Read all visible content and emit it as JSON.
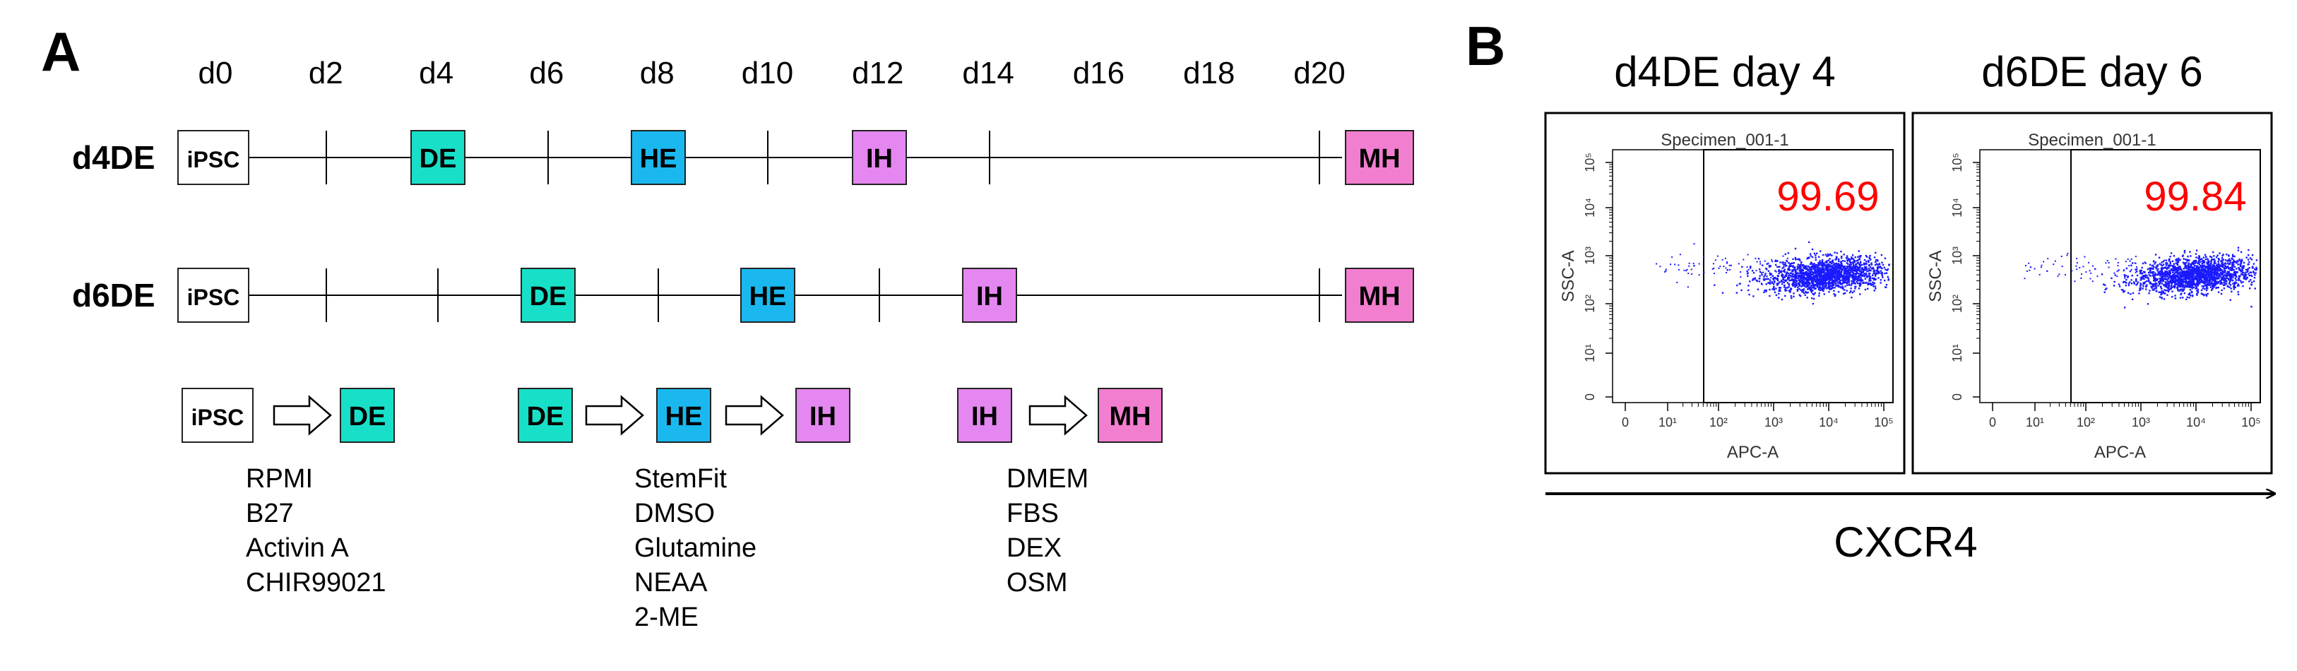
{
  "colors": {
    "ipsc": "#ffffff",
    "de": "#18e0c8",
    "he": "#1ab8ee",
    "ih": "#e487f0",
    "mh": "#f27ed0",
    "dots": "#1a1aff",
    "pct": "#ff0000"
  },
  "panel_a": {
    "letter": "A",
    "days": [
      "d0",
      "d2",
      "d4",
      "d6",
      "d8",
      "d10",
      "d12",
      "d14",
      "d16",
      "d18",
      "d20"
    ],
    "timelines": [
      {
        "label": "d4DE",
        "stages": [
          {
            "name": "iPSC",
            "type": "ipsc"
          },
          {
            "name": "DE",
            "type": "de"
          },
          {
            "name": "HE",
            "type": "he"
          },
          {
            "name": "IH",
            "type": "ih"
          },
          {
            "name": "MH",
            "type": "mh"
          }
        ]
      },
      {
        "label": "d6DE",
        "stages": [
          {
            "name": "iPSC",
            "type": "ipsc"
          },
          {
            "name": "DE",
            "type": "de"
          },
          {
            "name": "HE",
            "type": "he"
          },
          {
            "name": "IH",
            "type": "ih"
          },
          {
            "name": "MH",
            "type": "mh"
          }
        ]
      }
    ],
    "transitions": [
      {
        "from": "iPSC",
        "from_type": "ipsc",
        "to": "DE",
        "to_type": "de",
        "media": [
          "RPMI",
          "B27",
          "Activin A",
          "CHIR99021"
        ]
      },
      {
        "from": "DE",
        "from_type": "de",
        "to": "HE",
        "to_type": "he",
        "then": "IH",
        "then_type": "ih",
        "media": [
          "StemFit",
          "DMSO",
          "Glutamine",
          "NEAA",
          "2-ME"
        ]
      },
      {
        "from": "IH",
        "from_type": "ih",
        "to": "MH",
        "to_type": "mh",
        "media": [
          "DMEM",
          "FBS",
          "DEX",
          "OSM"
        ]
      }
    ]
  },
  "panel_b": {
    "letter": "B",
    "plots": [
      {
        "title": "d4DE day 4",
        "specimen": "Specimen_001-1",
        "percent": "99.69",
        "ylabel": "SSC-A",
        "xlabel": "APC-A"
      },
      {
        "title": "d6DE day 6",
        "specimen": "Specimen_001-1",
        "percent": "99.84",
        "ylabel": "SSC-A",
        "xlabel": "APC-A"
      }
    ],
    "x_ticks": [
      "0",
      "10¹",
      "10²",
      "10³",
      "10⁴",
      "10⁵"
    ],
    "y_ticks": [
      "0",
      "10¹",
      "10²",
      "10³",
      "10⁴",
      "10⁵"
    ],
    "axis_title": "CXCR4"
  }
}
